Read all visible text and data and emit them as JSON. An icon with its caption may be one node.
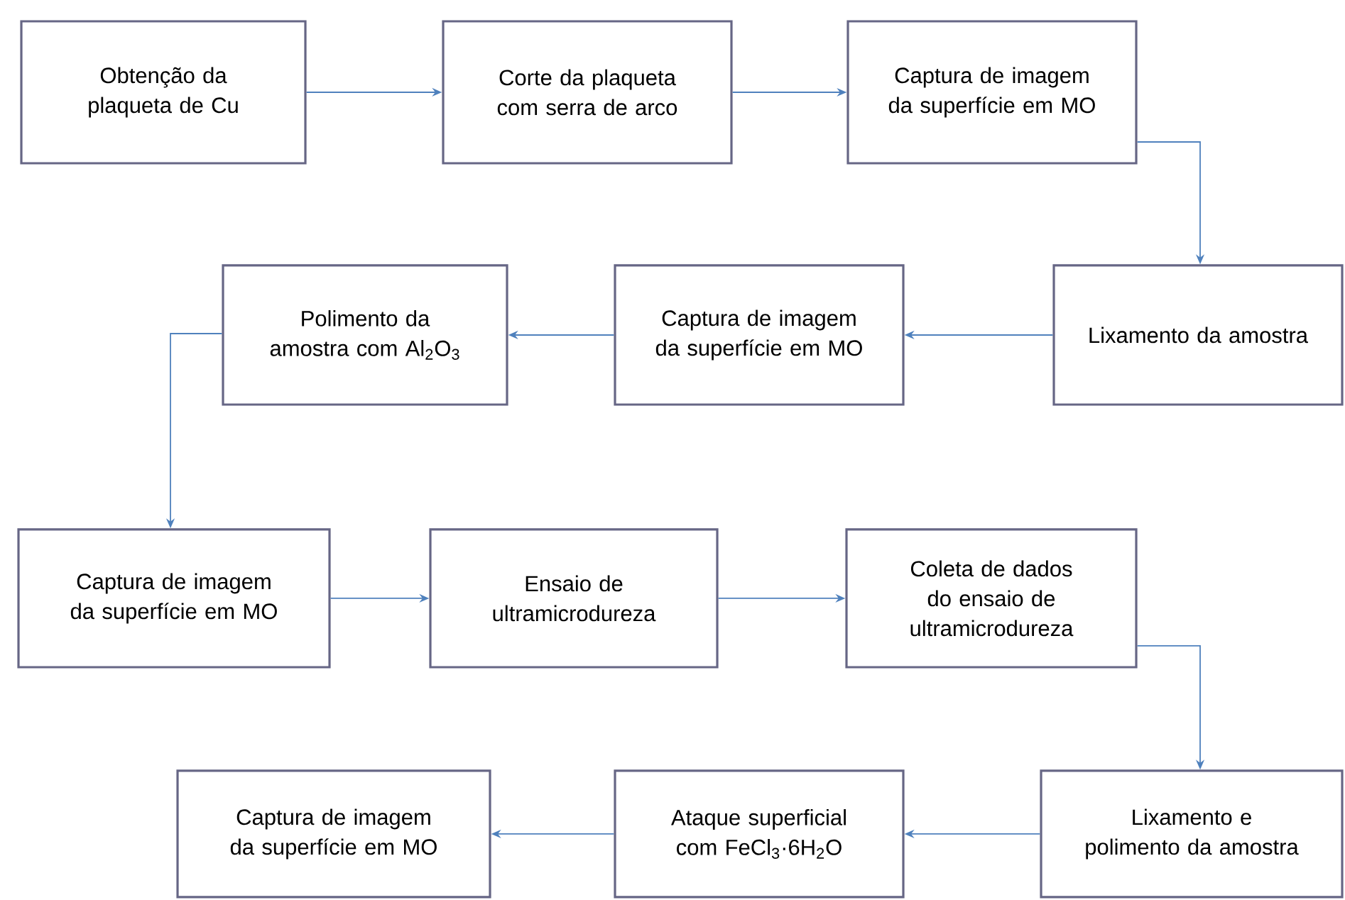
{
  "diagram": {
    "nodes": [
      {
        "text": [
          "Obtenção da plaqueta de Cu"
        ]
      },
      {
        "text": [
          "Corte da plaqueta com serra de arco"
        ]
      },
      {
        "text": [
          "Captura de imagem da superfície em MO"
        ]
      },
      {
        "text": [
          "Polimento da amostra com Al$_{2}$O$_{3}$"
        ]
      },
      {
        "text": [
          "Captura de imagem da superfície em MO"
        ]
      },
      {
        "text": [
          "Lixamento da amostra"
        ]
      },
      {
        "text": [
          "Captura de imagem da superfície em MO"
        ]
      },
      {
        "text": [
          "Ensaio de ultramicrodureza"
        ]
      },
      {
        "text": [
          "Coleta de dados do ensaio de ultramicrodureza"
        ]
      },
      {
        "text": [
          "Captura de imagem da superfície em MO"
        ]
      },
      {
        "text": [
          "Ataque superficial com FeCl$_{3}$·6H$_{2}$O"
        ]
      },
      {
        "text": [
          "Lixamento e polimento da amostra"
        ]
      }
    ],
    "edges": [
      {
        "from": 0,
        "to": 1,
        "arrow": "to"
      },
      {
        "from": 1,
        "to": 2,
        "arrow": "to"
      },
      {
        "from": 2,
        "to": 5,
        "arrow": "to"
      },
      {
        "from": 5,
        "to": 4,
        "arrow": "to"
      },
      {
        "from": 4,
        "to": 3,
        "arrow": "to"
      },
      {
        "from": 3,
        "to": 6,
        "arrow": "to"
      },
      {
        "from": 6,
        "to": 7,
        "arrow": "to"
      },
      {
        "from": 7,
        "to": 8,
        "arrow": "to"
      },
      {
        "from": 8,
        "to": 11,
        "arrow": "to"
      },
      {
        "from": 11,
        "to": 10,
        "arrow": "to"
      },
      {
        "from": 10,
        "to": 9,
        "arrow": "to"
      }
    ]
  }
}
